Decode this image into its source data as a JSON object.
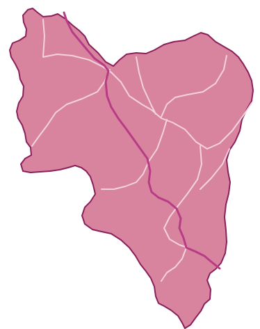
{
  "map": {
    "style": {
      "land_fill": "#d8849f",
      "border_stroke": "#8a1f5a",
      "river_stroke": "#b83c85",
      "road_stroke": "#f4d3de",
      "background": "#ffffff"
    },
    "layers": {
      "outline": "region-outline",
      "roads": "secondary-roads",
      "river": "main-river"
    }
  }
}
